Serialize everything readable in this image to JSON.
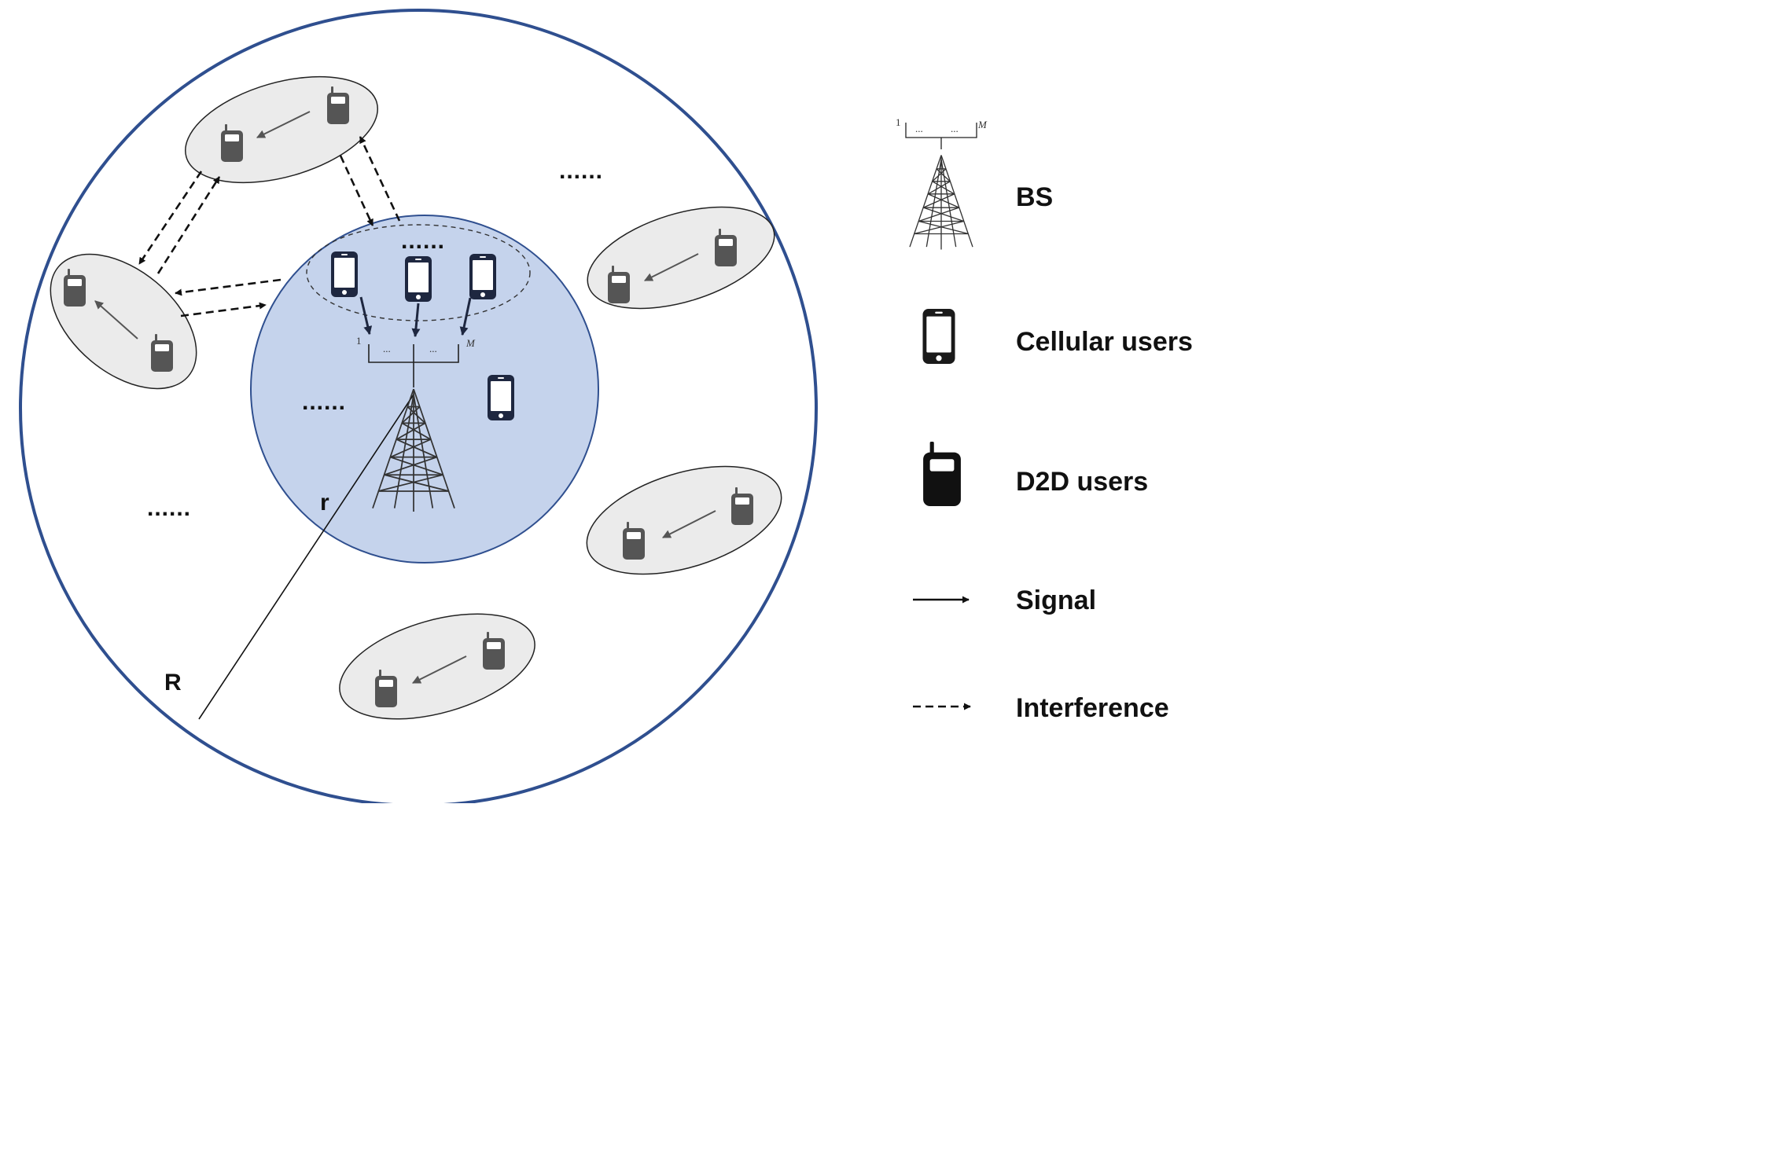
{
  "diagram": {
    "outer_radius_label": "R",
    "inner_radius_label": "r",
    "antenna_first_index": "1",
    "antenna_last_index": "M",
    "antenna_ellipsis": "...",
    "ellipsis": "......"
  },
  "legend": {
    "bs": "BS",
    "cellular_users": "Cellular users",
    "d2d_users": "D2D users",
    "signal": "Signal",
    "interference": "Interference"
  },
  "colors": {
    "outer_circle": "#2f4f8f",
    "inner_disc_fill": "#c5d3ec",
    "inner_disc_stroke": "#2f4f8f",
    "pair_fill": "#ebebeb",
    "d2d_phone": "#555555",
    "cellular_phone": "#1e2740"
  }
}
